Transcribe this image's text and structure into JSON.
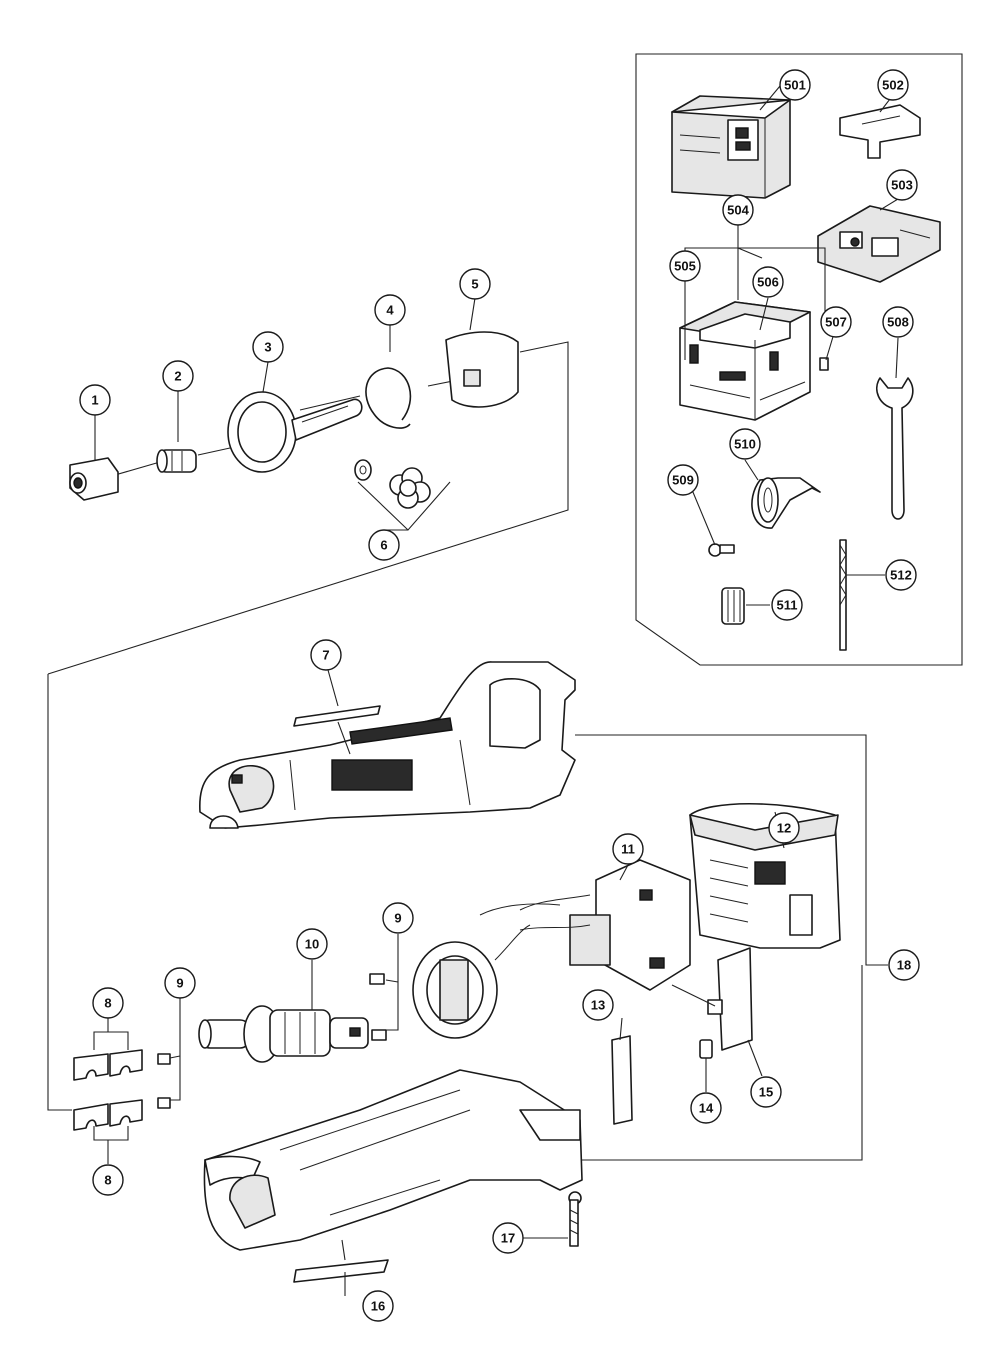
{
  "diagram": {
    "parts": [
      {
        "id": "p1",
        "label": "1"
      },
      {
        "id": "p2",
        "label": "2"
      },
      {
        "id": "p3",
        "label": "3"
      },
      {
        "id": "p4",
        "label": "4"
      },
      {
        "id": "p5",
        "label": "5"
      },
      {
        "id": "p6",
        "label": "6"
      },
      {
        "id": "p7",
        "label": "7"
      },
      {
        "id": "p8a",
        "label": "8"
      },
      {
        "id": "p8b",
        "label": "8"
      },
      {
        "id": "p9a",
        "label": "9"
      },
      {
        "id": "p9b",
        "label": "9"
      },
      {
        "id": "p10",
        "label": "10"
      },
      {
        "id": "p11",
        "label": "11"
      },
      {
        "id": "p12",
        "label": "12"
      },
      {
        "id": "p13",
        "label": "13"
      },
      {
        "id": "p14",
        "label": "14"
      },
      {
        "id": "p15",
        "label": "15"
      },
      {
        "id": "p16",
        "label": "16"
      },
      {
        "id": "p17",
        "label": "17"
      },
      {
        "id": "p18",
        "label": "18"
      },
      {
        "id": "p501",
        "label": "501"
      },
      {
        "id": "p502",
        "label": "502"
      },
      {
        "id": "p503",
        "label": "503"
      },
      {
        "id": "p504",
        "label": "504"
      },
      {
        "id": "p505",
        "label": "505"
      },
      {
        "id": "p506",
        "label": "506"
      },
      {
        "id": "p507",
        "label": "507"
      },
      {
        "id": "p508",
        "label": "508"
      },
      {
        "id": "p509",
        "label": "509"
      },
      {
        "id": "p510",
        "label": "510"
      },
      {
        "id": "p511",
        "label": "511"
      },
      {
        "id": "p512",
        "label": "512"
      }
    ]
  }
}
